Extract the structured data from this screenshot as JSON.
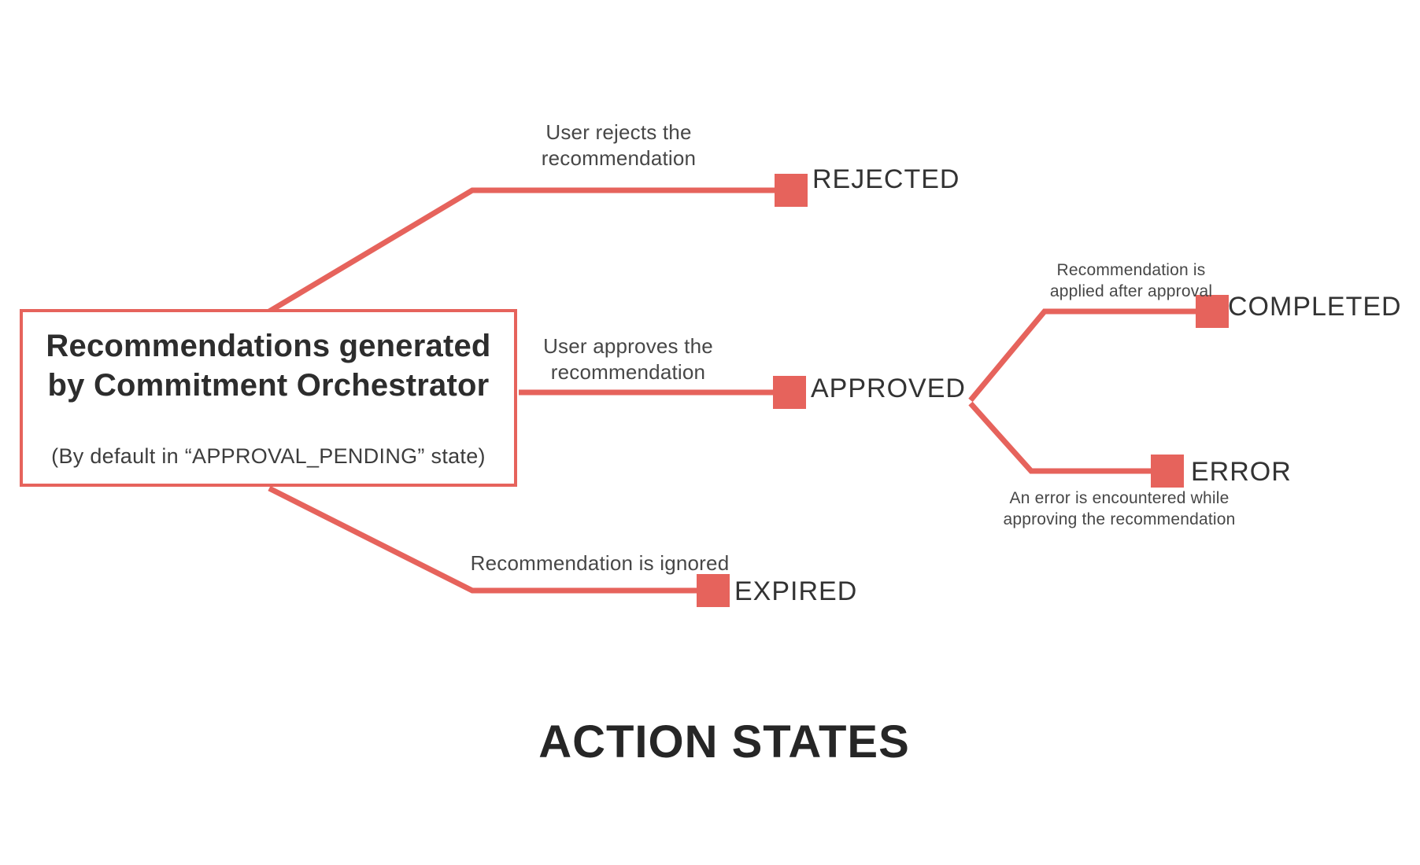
{
  "title": "ACTION STATES",
  "colors": {
    "arrow": "#E6635C",
    "heading": "#262626",
    "state_label": "#333333",
    "caption": "#474747"
  },
  "box": {
    "title_line1": "Recommendations generated",
    "title_line2": "by Commitment Orchestrator",
    "subtitle": "(By default in “APPROVAL_PENDING” state)"
  },
  "states": {
    "rejected": "REJECTED",
    "approved": "APPROVED",
    "completed": "COMPLETED",
    "error": "ERROR",
    "expired": "EXPIRED"
  },
  "captions": {
    "reject": {
      "line1": "User rejects the",
      "line2": "recommendation"
    },
    "approve": {
      "line1": "User approves the",
      "line2": "recommendation"
    },
    "complete": {
      "line1": "Recommendation is",
      "line2": "applied after approval"
    },
    "error": {
      "line1": "An error is encountered while",
      "line2": "approving the recommendation"
    },
    "expire": {
      "line1": "Recommendation is ignored"
    }
  }
}
